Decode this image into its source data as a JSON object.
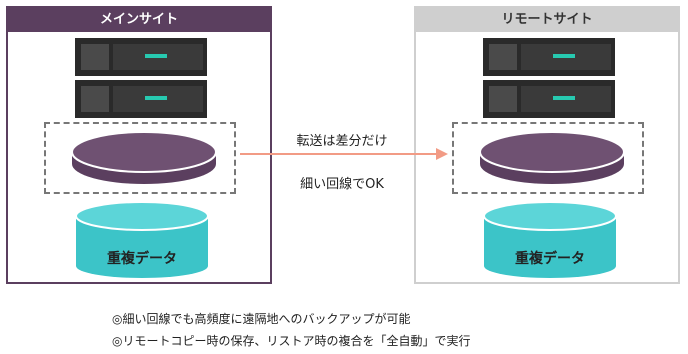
{
  "main_site": {
    "title": "メインサイト"
  },
  "remote_site": {
    "title": "リモートサイト"
  },
  "transfer": {
    "line1": "転送は差分だけ",
    "line2": "細い回線でOK"
  },
  "data_label": "重複データ",
  "notes": [
    "◎細い回線でも高頻度に遠隔地へのバックアップが可能",
    "◎リモートコピー時の保存、リストア時の複合を「全自動」で実行"
  ],
  "colors": {
    "main_accent": "#5b3f5f",
    "remote_accent": "#cfcfcf",
    "arrow": "#f29b85",
    "cylinder": "#3cc4c8"
  }
}
